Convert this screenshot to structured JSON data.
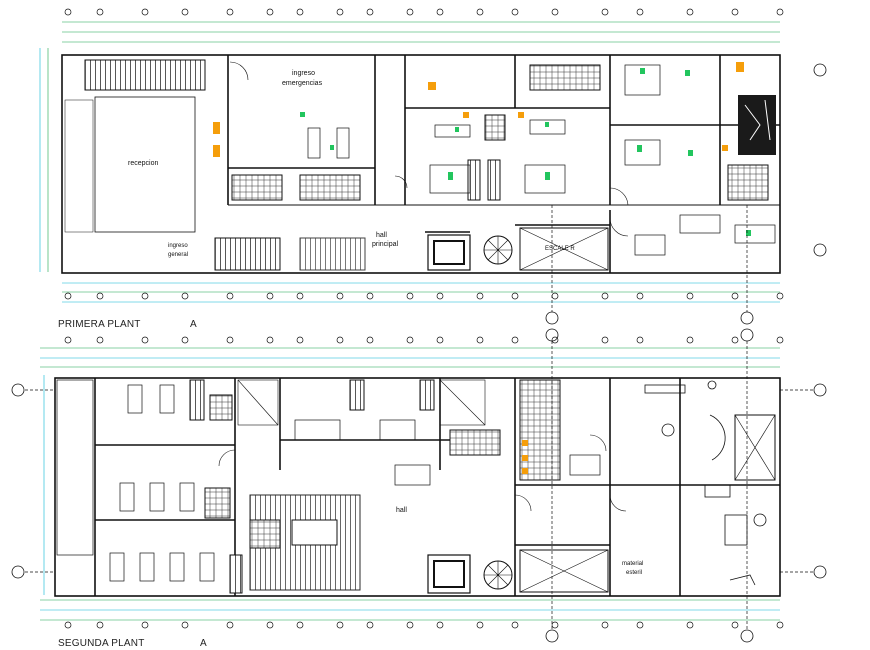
{
  "floors": [
    {
      "title": "PRIMERA PLANT",
      "suffix": "A"
    },
    {
      "title": "SEGUNDA PLANT",
      "suffix": "A"
    }
  ],
  "rooms_first": {
    "recepcion": "recepcion",
    "ingreso_emergencias_1": "ingreso",
    "ingreso_emergencias_2": "emergencias",
    "ingreso_general_1": "ingreso",
    "ingreso_general_2": "general",
    "hall_principal_1": "hall",
    "hall_principal_2": "principal",
    "escalera": "ESCALE R"
  },
  "rooms_second": {
    "hall": "hall",
    "materiales_1": "material",
    "materiales_2": "esteril"
  },
  "colors": {
    "wall": "#111111",
    "dimension": "#16a34a",
    "dimension_alt": "#06b6d4",
    "grid_axis": "#1e3a8a",
    "accent_furniture": "#f59e0b",
    "equipment": "#22c55e"
  }
}
